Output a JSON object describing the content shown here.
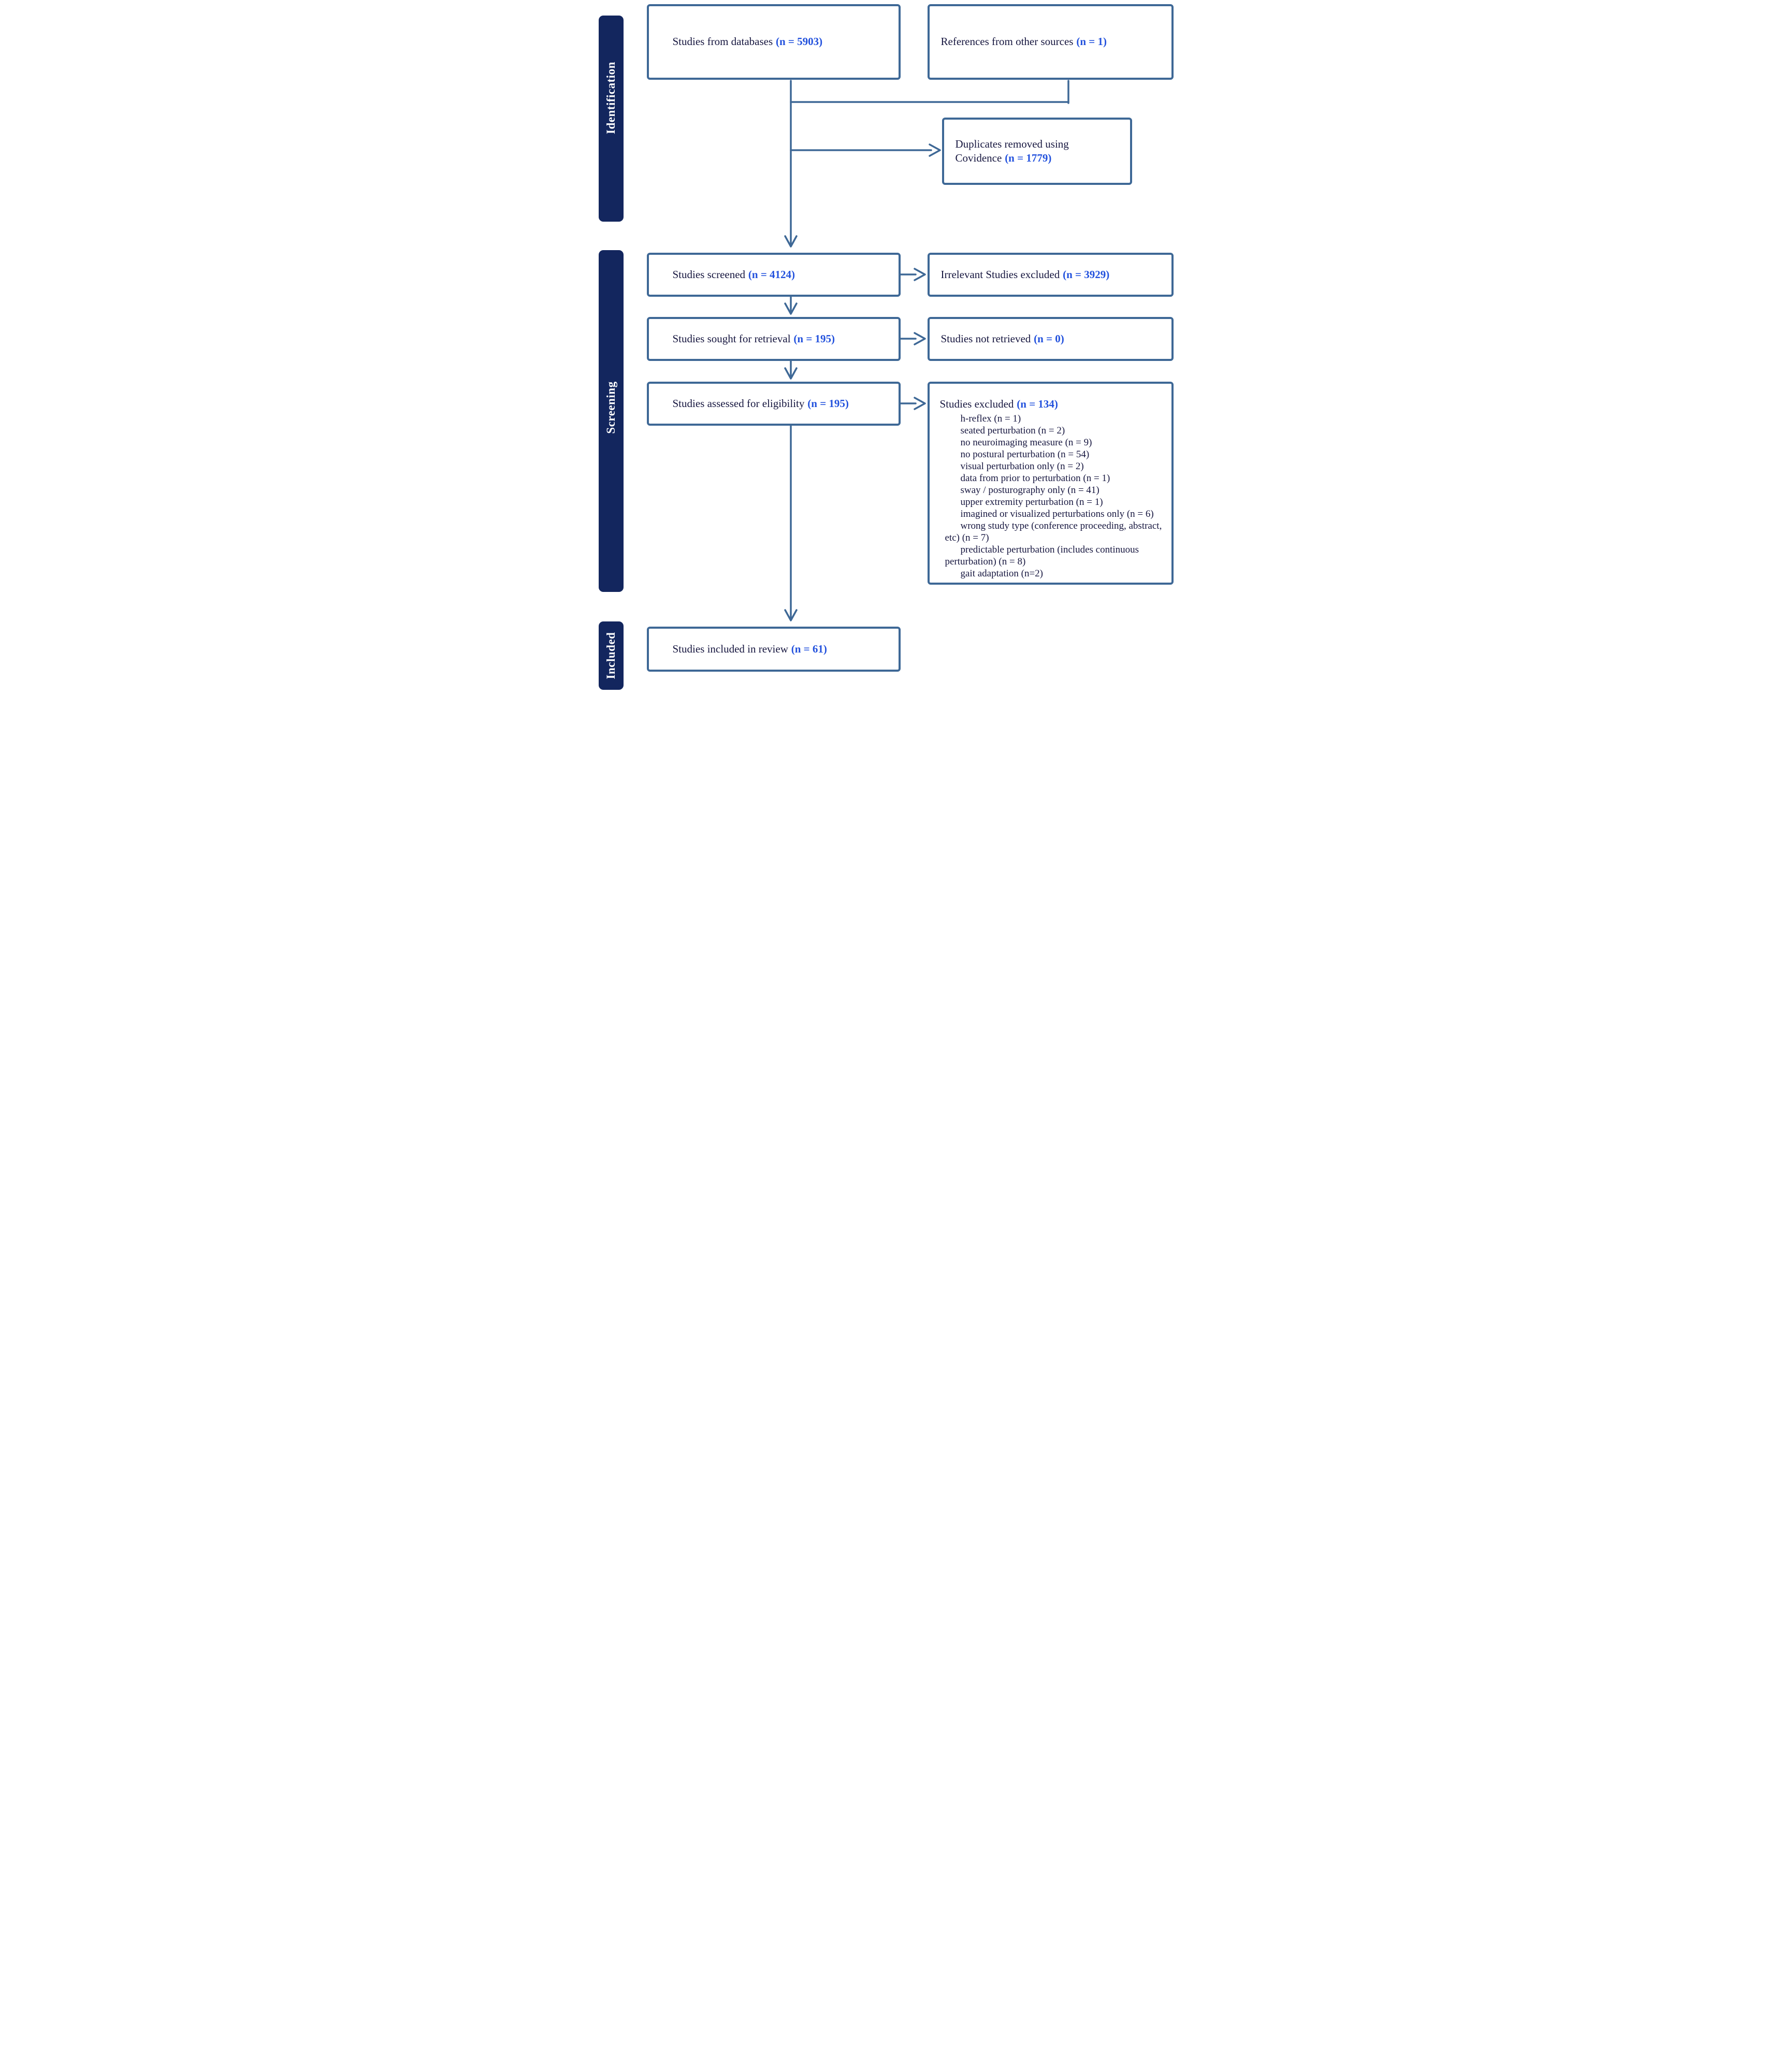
{
  "sidebar": {
    "identification": "Identification",
    "screening": "Screening",
    "included": "Included"
  },
  "boxes": {
    "databases": {
      "label": "Studies from databases",
      "count": "(n = 5903)"
    },
    "references": {
      "label": "References from other sources",
      "count": "(n = 1)"
    },
    "duplicates": {
      "label": "Duplicates removed using Covidence",
      "count": "(n = 1779)"
    },
    "screened": {
      "label": "Studies screened",
      "count": "(n = 4124)"
    },
    "irrelevant": {
      "label": "Irrelevant Studies excluded",
      "count": "(n = 3929)"
    },
    "sought": {
      "label": "Studies sought for retrieval",
      "count": "(n = 195)"
    },
    "not_retrieved": {
      "label": "Studies not retrieved",
      "count": "(n = 0)"
    },
    "assessed": {
      "label": "Studies assessed for eligibility",
      "count": "(n = 195)"
    },
    "excluded": {
      "label": "Studies excluded",
      "count": "(n = 134)",
      "reasons": [
        "h-reflex (n = 1)",
        "seated perturbation (n = 2)",
        "no neuroimaging measure (n = 9)",
        "no postural perturbation (n = 54)",
        "visual perturbation only (n = 2)",
        "data from prior to perturbation (n = 1)",
        "sway / posturography only (n = 41)",
        "upper extremity perturbation (n = 1)",
        "imagined or visualized perturbations only (n = 6)",
        "wrong study type (conference proceeding, abstract, etc) (n = 7)",
        "predictable perturbation (includes continuous perturbation) (n = 8)",
        "gait adaptation (n=2)"
      ]
    },
    "included_review": {
      "label": "Studies included in review",
      "count": "(n = 61)"
    }
  },
  "colors": {
    "box_border": "#3e6896",
    "connector": "#3e6896",
    "band_bg": "#13265e",
    "band_text": "#ffffff",
    "text_dark": "#16163f",
    "count_blue": "#2251dd"
  }
}
